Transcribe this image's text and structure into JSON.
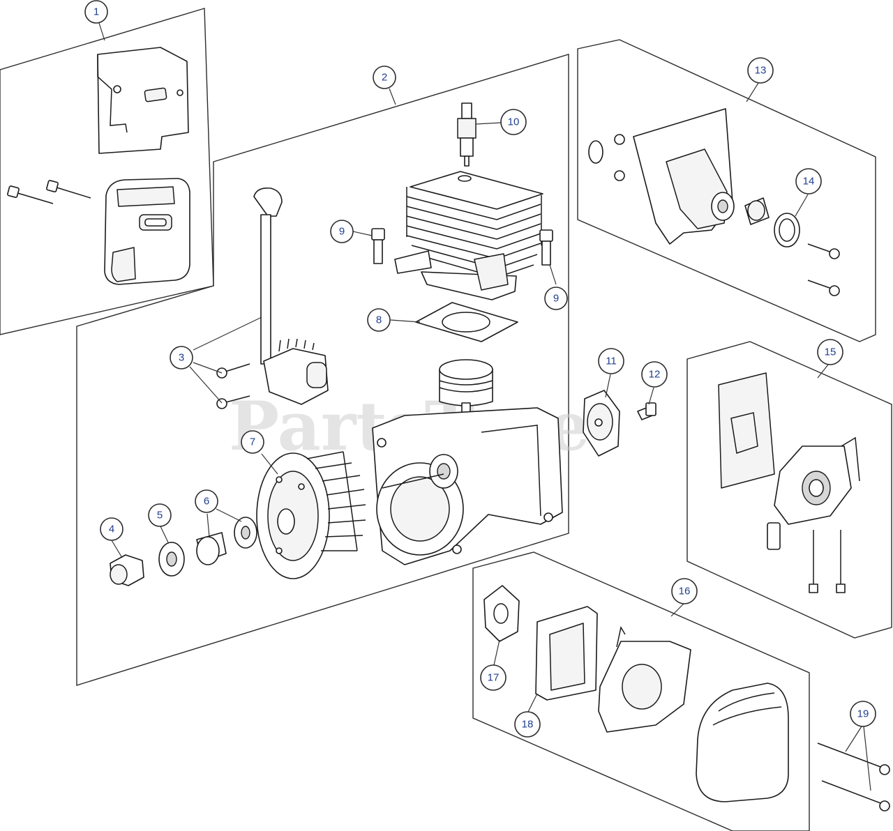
{
  "watermark": "PartsTree",
  "callouts": [
    {
      "id": "c1",
      "label": "1"
    },
    {
      "id": "c2",
      "label": "2"
    },
    {
      "id": "c3",
      "label": "3"
    },
    {
      "id": "c4",
      "label": "4"
    },
    {
      "id": "c5",
      "label": "5"
    },
    {
      "id": "c6",
      "label": "6"
    },
    {
      "id": "c7",
      "label": "7"
    },
    {
      "id": "c8",
      "label": "8"
    },
    {
      "id": "c9a",
      "label": "9"
    },
    {
      "id": "c9b",
      "label": "9"
    },
    {
      "id": "c10",
      "label": "10"
    },
    {
      "id": "c11",
      "label": "11"
    },
    {
      "id": "c12",
      "label": "12"
    },
    {
      "id": "c13",
      "label": "13"
    },
    {
      "id": "c14",
      "label": "14"
    },
    {
      "id": "c15",
      "label": "15"
    },
    {
      "id": "c16",
      "label": "16"
    },
    {
      "id": "c17",
      "label": "17"
    },
    {
      "id": "c18",
      "label": "18"
    },
    {
      "id": "c19",
      "label": "19"
    }
  ],
  "colors": {
    "callout_text": "#1f3f8f",
    "line": "#1a1a1a",
    "watermark": "#cfcfcf"
  }
}
